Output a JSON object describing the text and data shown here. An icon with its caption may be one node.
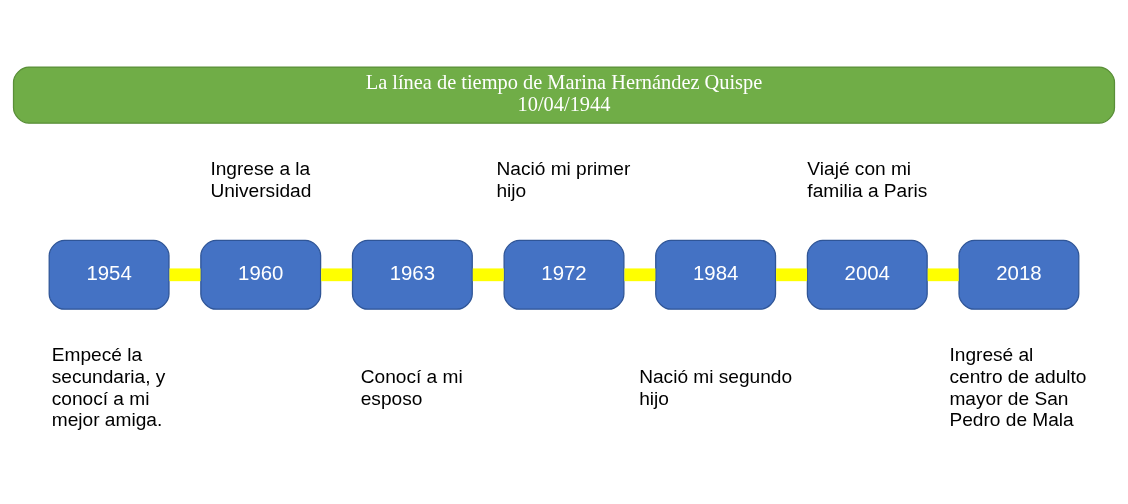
{
  "diagram": {
    "nodes": [
      {
        "text": [
          "La línea de tiempo de Marina Hernández Quispe",
          "10/04/1944"
        ]
      },
      {
        "text": [
          "1954"
        ],
        "beside": [
          "Empecé la secundaria, y conocí a mi mejor amiga."
        ]
      },
      {
        "text": [
          "1960"
        ],
        "beside": [
          "Ingrese a la Universidad"
        ]
      },
      {
        "text": [
          "1963"
        ],
        "beside": [
          "Conocí a mi esposo"
        ]
      },
      {
        "text": [
          "1972"
        ],
        "beside": [
          "Nació mi primer hijo"
        ]
      },
      {
        "text": [
          "1984"
        ],
        "beside": [
          "Nació mi segundo hijo"
        ]
      },
      {
        "text": [
          "2004"
        ],
        "beside": [
          "Viajé con mi familia a Paris"
        ]
      },
      {
        "text": [
          "2018"
        ],
        "beside": [
          "Ingresé al centro de adulto mayor de San Pedro de Mala"
        ]
      }
    ],
    "edges": [
      {
        "from": 1,
        "to": 2,
        "arrow": "none"
      },
      {
        "from": 2,
        "to": 3,
        "arrow": "none"
      },
      {
        "from": 3,
        "to": 4,
        "arrow": "none"
      },
      {
        "from": 4,
        "to": 5,
        "arrow": "none"
      },
      {
        "from": 5,
        "to": 6,
        "arrow": "none"
      },
      {
        "from": 6,
        "to": 7,
        "arrow": "none"
      }
    ]
  }
}
